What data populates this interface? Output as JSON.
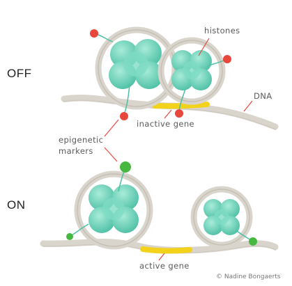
{
  "states": {
    "off": "OFF",
    "on": "ON"
  },
  "labels": {
    "histones": "histones",
    "dna": "DNA",
    "inactive_gene": "inactive gene",
    "epigenetic_line1": "epigenetic",
    "epigenetic_line2": "markers",
    "active_gene": "active gene"
  },
  "credit": "© Nadine Bongaerts",
  "colors": {
    "dna_strand": "#d9d4cc",
    "histone": "#6fd6bd",
    "histone_shade": "#4cbfa4",
    "gene": "#f2d21b",
    "marker_inactive": "#e8473c",
    "marker_active": "#46b83f",
    "pointer": "#e8473c"
  }
}
